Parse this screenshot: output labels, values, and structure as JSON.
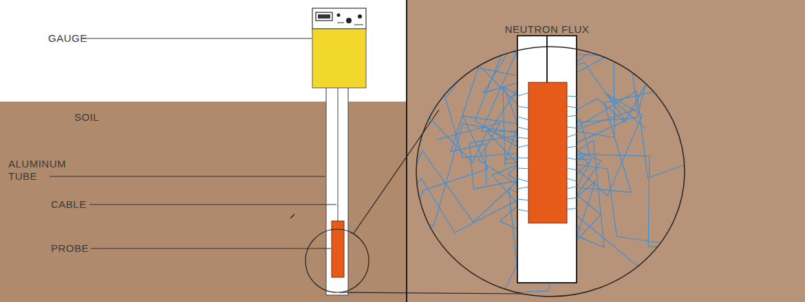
{
  "diagram": {
    "labels": [
      "GAUGE",
      "SOIL",
      "ALUMINUM TUBE",
      "CABLE",
      "PROBE",
      "NEUTRON FLUX"
    ]
  }
}
